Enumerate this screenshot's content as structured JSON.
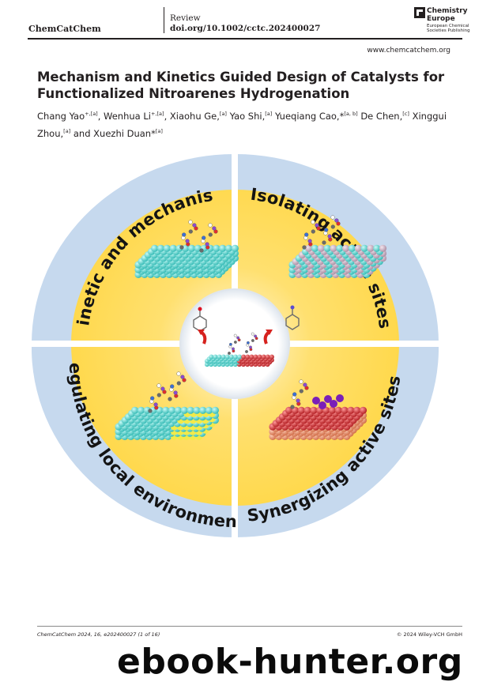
{
  "header": {
    "journal": "ChemCatChem",
    "article_type": "Review",
    "doi": "doi.org/10.1002/cctc.202400027",
    "publisher_line1": "Chemistry",
    "publisher_line2": "Europe",
    "publisher_line3": "European Chemical",
    "publisher_line4": "Societies Publishing",
    "website": "www.chemcatchem.org"
  },
  "article": {
    "title": "Mechanism and Kinetics Guided Design of Catalysts for Functionalized Nitroarenes Hydrogenation",
    "authors": [
      {
        "name": "Chang Yao",
        "mark": "+,[a]",
        "sep": ", "
      },
      {
        "name": "Wenhua Li",
        "mark": "+,[a]",
        "sep": ", "
      },
      {
        "name": "Xiaohu Ge,",
        "mark": "[a]",
        "sep": " "
      },
      {
        "name": "Yao Shi,",
        "mark": "[a]",
        "sep": " "
      },
      {
        "name": "Yueqiang Cao,*",
        "mark": "[a, b]",
        "sep": " "
      },
      {
        "name": "De Chen,",
        "mark": "[c]",
        "sep": " "
      },
      {
        "name": "Xinggui Zhou,",
        "mark": "[a]",
        "sep": " and "
      },
      {
        "name": "Xuezhi Duan*",
        "mark": "[a]",
        "sep": ""
      }
    ]
  },
  "figure": {
    "quadrants": [
      "Kinetic and mechanism",
      "Isolating active sites",
      "Regulating local environment",
      "Synergizing active sites"
    ],
    "colors": {
      "ring": "#c6d9ee",
      "ring_edge": "#a9c4e3",
      "sector_inner": "#ffd84a",
      "sector_outer": "#fff3c4",
      "cyan_atom": "#56d3cf",
      "pink_atom": "#d5b5c9",
      "red_atom": "#d9393d",
      "arrow_red": "#d6221e"
    }
  },
  "footer": {
    "citation": "ChemCatChem 2024, 16, e202400027 (1 of 16)",
    "copyright": "© 2024 Wiley-VCH GmbH"
  },
  "watermark": "ebook-hunter.org"
}
